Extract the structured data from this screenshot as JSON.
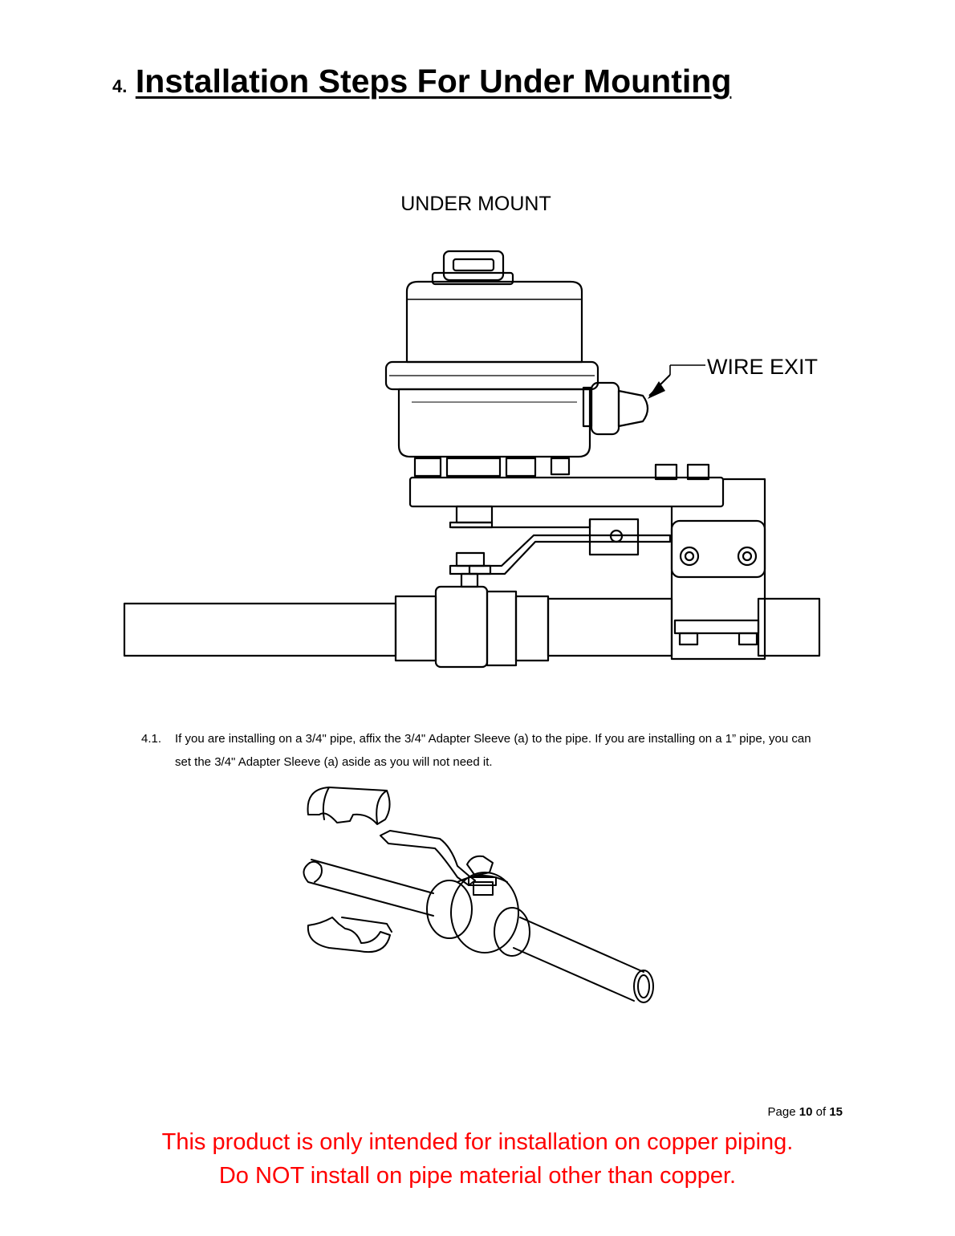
{
  "section": {
    "number": "4.",
    "title": "Installation Steps For Under Mounting"
  },
  "figure1": {
    "caption": "UNDER MOUNT",
    "wire_label": "WIRE EXIT"
  },
  "steps": [
    {
      "number": "4.1.",
      "text": "If you are installing on a 3/4\" pipe, affix the 3/4\" Adapter Sleeve (a) to the pipe. If you are installing on a 1” pipe, you can set the 3/4\" Adapter Sleeve (a) aside as you will not need it."
    }
  ],
  "footer": {
    "page_word": "Page",
    "page_current": "10",
    "of_word": "of",
    "page_total": "15"
  },
  "warning": {
    "line1": "This product is only intended for installation on copper piping.",
    "line2": "Do NOT install on pipe material other than copper.",
    "color": "#ff0000"
  }
}
